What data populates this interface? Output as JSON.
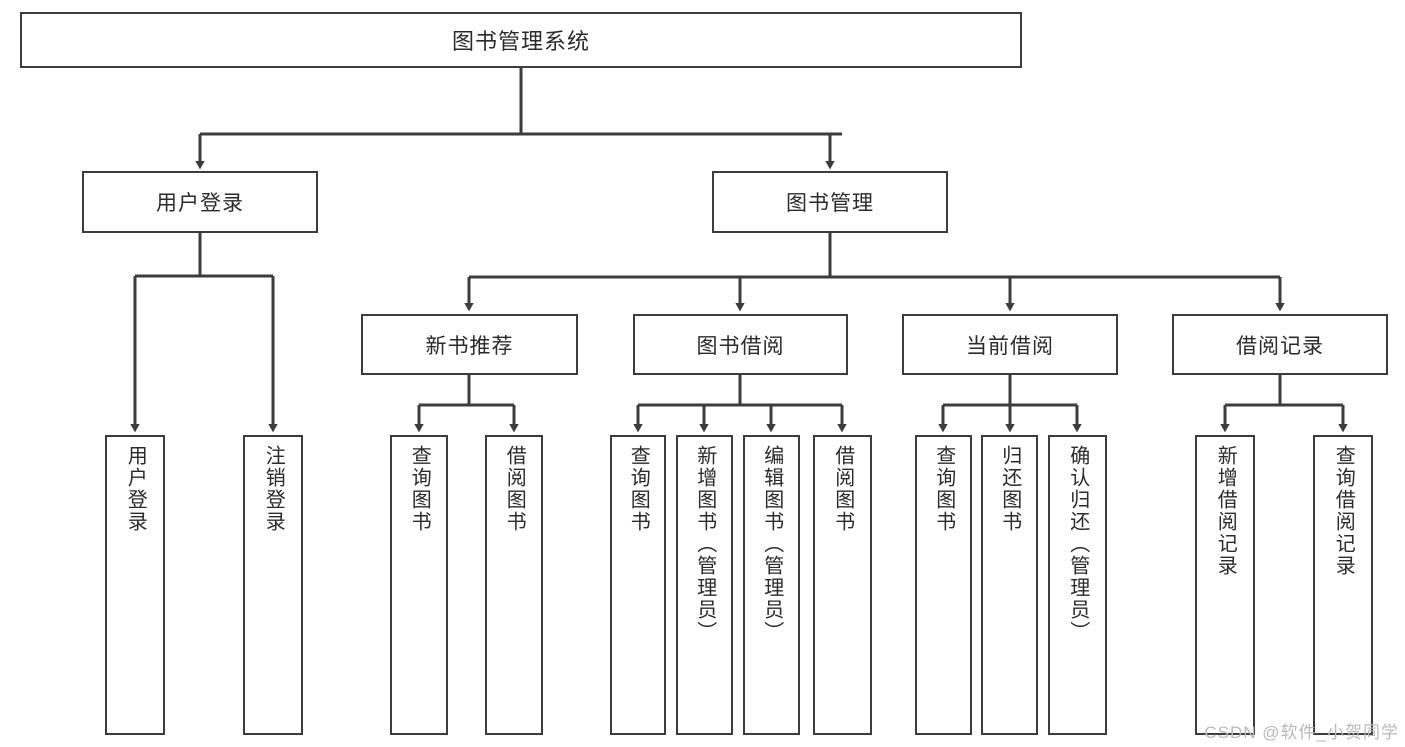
{
  "diagram": {
    "type": "tree",
    "title": "图书管理系统",
    "watermark": "CSDN @软件_小贺同学",
    "colors": {
      "line": "#3c3c3c",
      "box_border": "#3c3c3c",
      "box_fill": "#ffffff",
      "text": "#2b2b2b",
      "watermark": "#b9b9b9"
    },
    "root": {
      "label": "图书管理系统"
    },
    "level1": [
      {
        "label": "用户登录"
      },
      {
        "label": "图书管理"
      }
    ],
    "level2": [
      {
        "label": "新书推荐"
      },
      {
        "label": "图书借阅"
      },
      {
        "label": "当前借阅"
      },
      {
        "label": "借阅记录"
      }
    ],
    "leaves": {
      "user_login": [
        {
          "label": "用户登录"
        },
        {
          "label": "注销登录"
        }
      ],
      "new_book": [
        {
          "label": "查询图书"
        },
        {
          "label": "借阅图书"
        }
      ],
      "borrow_book": [
        {
          "label": "查询图书"
        },
        {
          "label": "新增图书（管理员）"
        },
        {
          "label": "编辑图书（管理员）"
        },
        {
          "label": "借阅图书"
        }
      ],
      "current_borrow": [
        {
          "label": "查询图书"
        },
        {
          "label": "归还图书"
        },
        {
          "label": "确认归还（管理员）"
        }
      ],
      "borrow_record": [
        {
          "label": "新增借阅记录"
        },
        {
          "label": "查询借阅记录"
        }
      ]
    }
  }
}
